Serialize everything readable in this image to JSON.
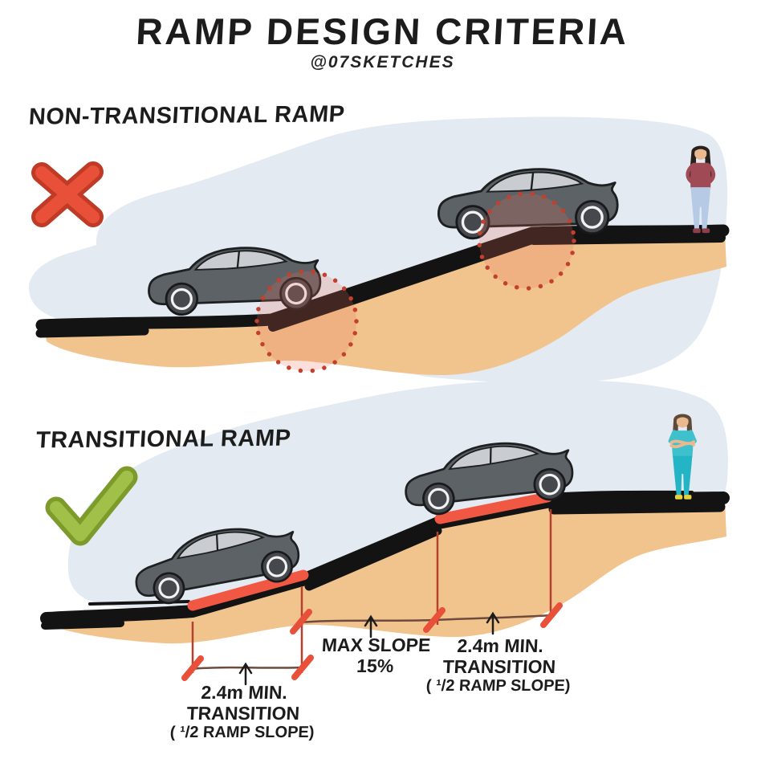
{
  "title": "RAMP DESIGN CRITERIA",
  "credit": "@07SKETCHES",
  "sections": {
    "non_transitional": {
      "label": "NON-TRANSITIONAL RAMP",
      "icon": "x-icon",
      "verdict": "not allowed"
    },
    "transitional": {
      "label": "TRANSITIONAL RAMP",
      "icon": "check-icon",
      "verdict": "allowed"
    }
  },
  "annotations": {
    "lower_transition": {
      "line1": "2.4m MIN.",
      "line2": "TRANSITION",
      "line3": "( ¹/2 RAMP SLOPE)"
    },
    "max_slope": {
      "line1": "MAX SLOPE",
      "line2": "15%"
    },
    "upper_transition": {
      "line1": "2.4m MIN.",
      "line2": "TRANSITION",
      "line3": "( ¹/2 RAMP SLOPE)"
    }
  },
  "colors": {
    "background": "#ffffff",
    "sky": "#e3eaf1",
    "ground": "#f1c48e",
    "road": "#131313",
    "accent_red": "#e8503a",
    "accent_red_dark": "#c03b26",
    "transition_red": "#f15843",
    "check_green": "#a1c04a",
    "check_green_dark": "#7d9b2b",
    "ink": "#1c1c1c",
    "car_body": "#5d6266",
    "car_glass": "#c9cdd1",
    "dim_line": "#6f4a3e",
    "dim_vertical": "#b5402c",
    "circle_dot": "#c2402e"
  }
}
